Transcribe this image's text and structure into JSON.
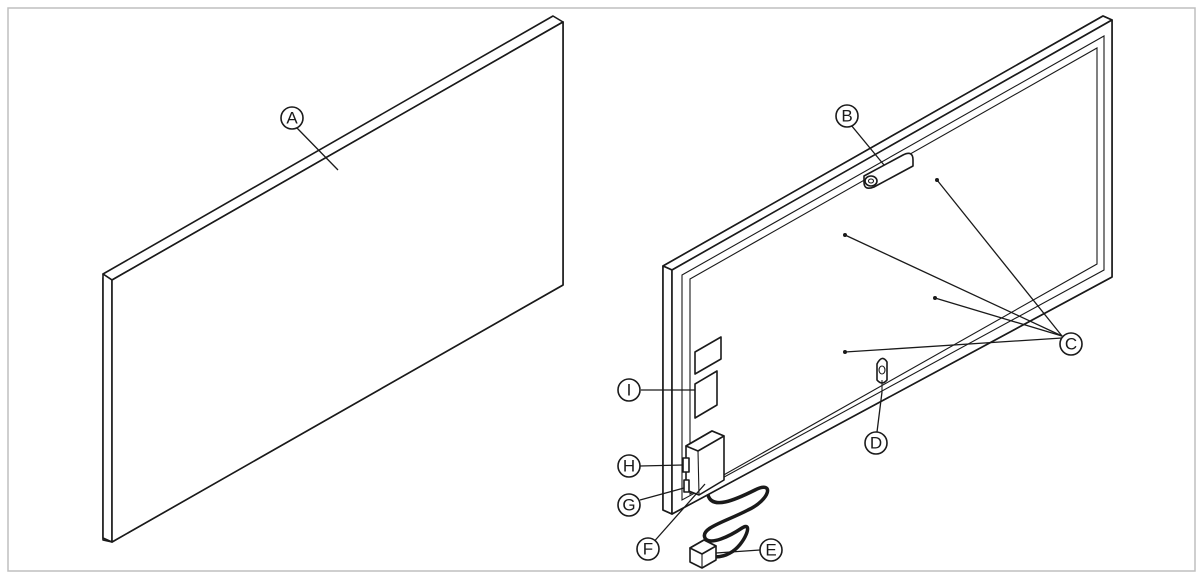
{
  "callouts": {
    "a": "A",
    "b": "B",
    "c": "C",
    "d": "D",
    "e": "E",
    "f": "F",
    "g": "G",
    "h": "H",
    "i": "I"
  }
}
